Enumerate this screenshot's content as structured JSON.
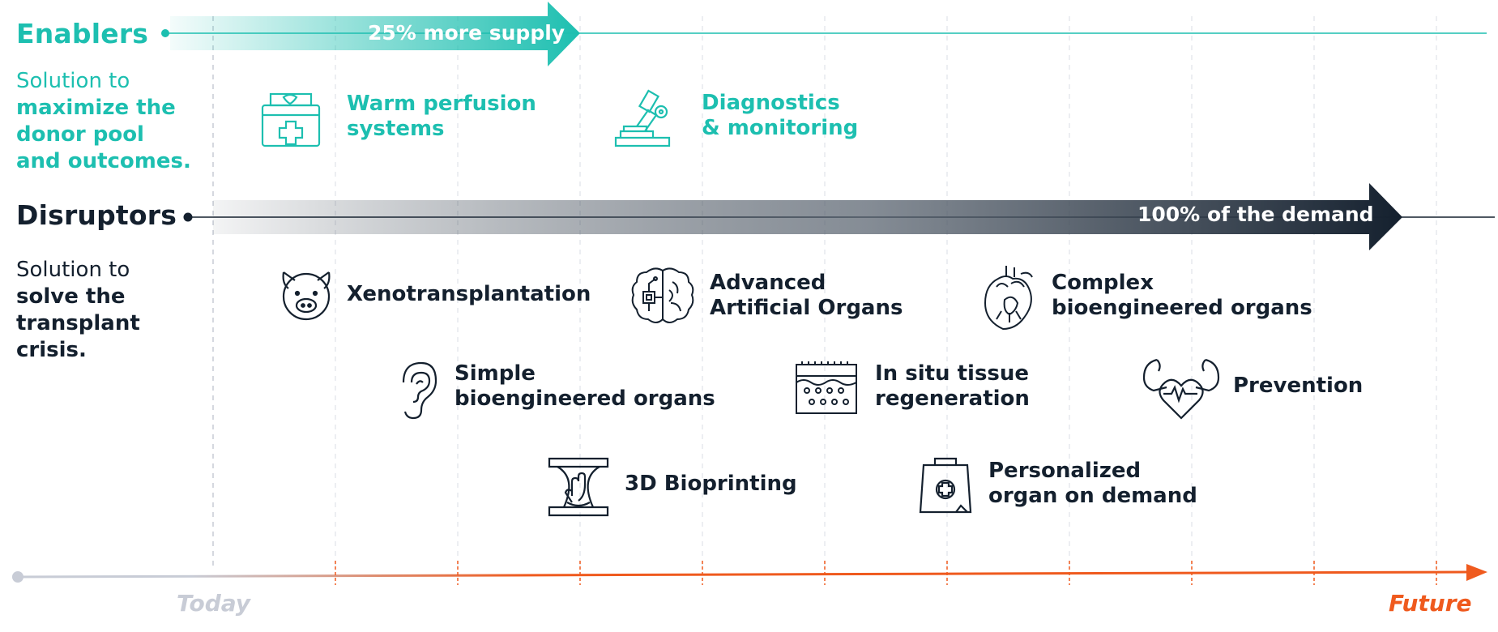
{
  "enablers": {
    "title": "Enablers",
    "desc_line1": "Solution to",
    "desc_bold": [
      "maximize the",
      "donor pool",
      "and outcomes."
    ],
    "arrow_label": "25% more supply",
    "items": [
      {
        "icon": "medical-kit-icon",
        "lines": [
          "Warm perfusion",
          "systems"
        ]
      },
      {
        "icon": "microscope-icon",
        "lines": [
          "Diagnostics",
          "& monitoring"
        ]
      }
    ]
  },
  "disruptors": {
    "title": "Disruptors",
    "desc_line1": "Solution to",
    "desc_bold": [
      "solve the",
      "transplant",
      "crisis."
    ],
    "arrow_label": "100% of the demand",
    "items": [
      {
        "icon": "pig-icon",
        "lines": [
          "Xenotransplantation"
        ]
      },
      {
        "icon": "brain-chip-icon",
        "lines": [
          "Advanced",
          "Artificial Organs"
        ]
      },
      {
        "icon": "heart-organ-icon",
        "lines": [
          "Complex",
          "bioengineered organs"
        ]
      },
      {
        "icon": "ear-icon",
        "lines": [
          "Simple",
          "bioengineered organs"
        ]
      },
      {
        "icon": "tissue-icon",
        "lines": [
          "In situ tissue",
          "regeneration"
        ]
      },
      {
        "icon": "muscle-heart-icon",
        "lines": [
          "Prevention"
        ]
      },
      {
        "icon": "bioprinter-icon",
        "lines": [
          "3D Bioprinting"
        ]
      },
      {
        "icon": "medicine-bag-icon",
        "lines": [
          "Personalized",
          "organ on demand"
        ]
      }
    ]
  },
  "timeline": {
    "start_label": "Today",
    "end_label": "Future"
  },
  "colors": {
    "teal": "#1dbfb0",
    "navy": "#14202e",
    "orange": "#ef5a1e",
    "grey": "#c8ccd6"
  }
}
